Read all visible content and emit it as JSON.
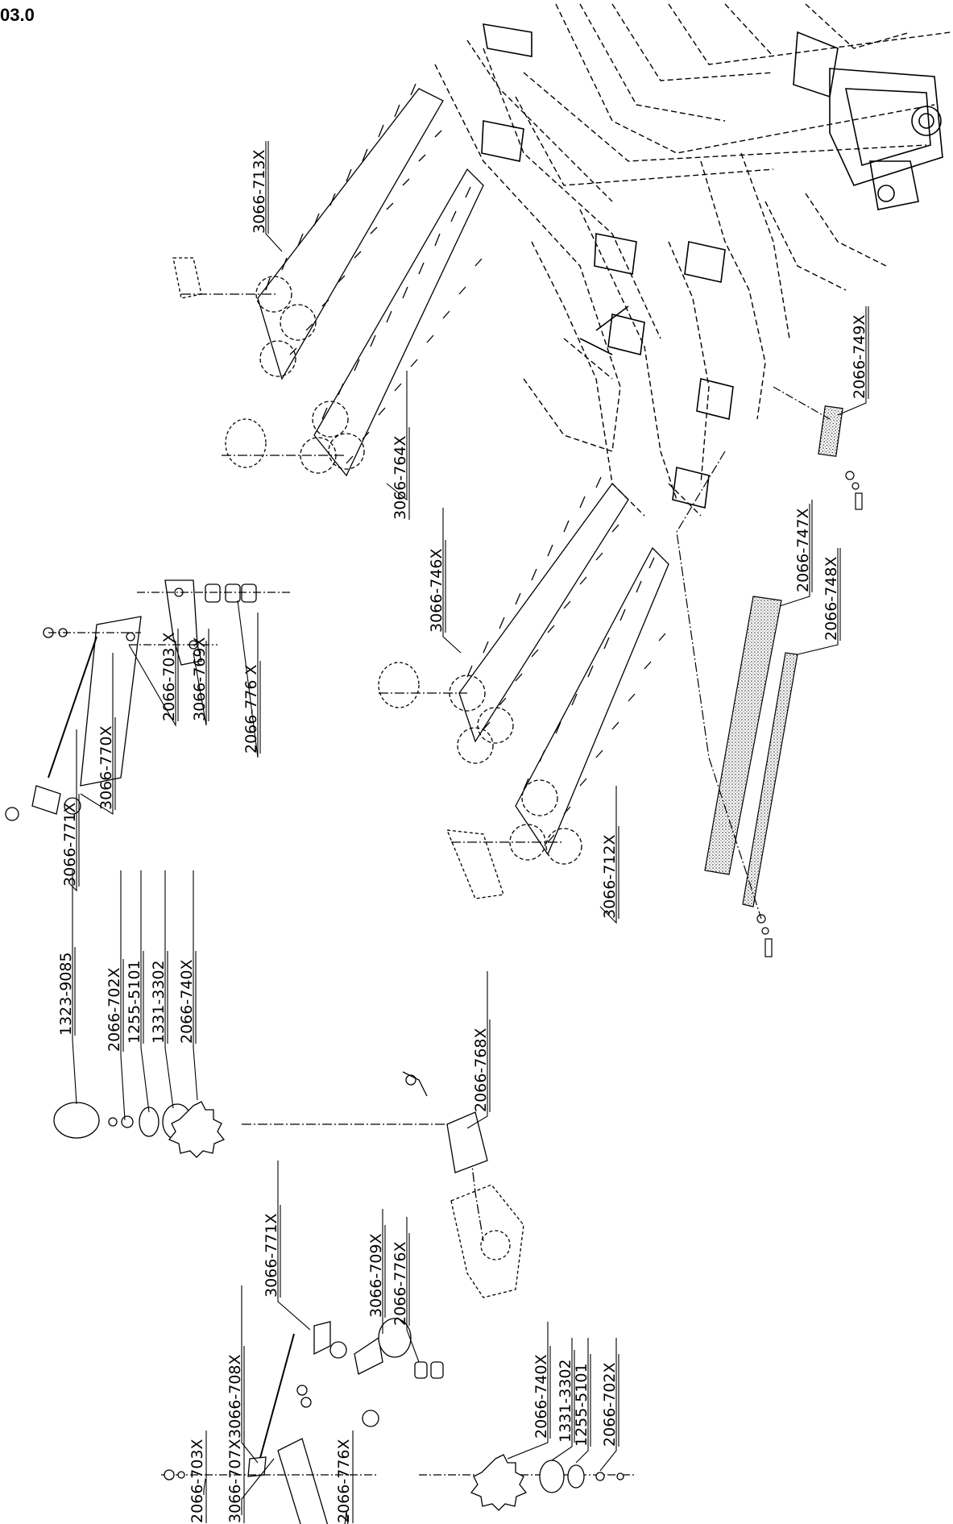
{
  "page_ref": "03.0",
  "labels": [
    {
      "id": "p3066_713",
      "text": "3066-713X"
    },
    {
      "id": "p3066_764",
      "text": "3066-764X"
    },
    {
      "id": "p2066_749",
      "text": "2066-749X"
    },
    {
      "id": "p2066_747",
      "text": "2066-747X"
    },
    {
      "id": "p2066_748",
      "text": "2066-748X"
    },
    {
      "id": "p3066_746",
      "text": "3066-746X"
    },
    {
      "id": "p3066_712",
      "text": "3066-712X"
    },
    {
      "id": "p3066_771a",
      "text": "3066-771X"
    },
    {
      "id": "p3066_770",
      "text": "3066-770X"
    },
    {
      "id": "p2066_703a",
      "text": "2066-703 X"
    },
    {
      "id": "p3066_769",
      "text": "3066-769X"
    },
    {
      "id": "p2066_776a",
      "text": "2066-776 X"
    },
    {
      "id": "p1323_9085",
      "text": "1323-9085"
    },
    {
      "id": "p2066_702a",
      "text": "2066-702X"
    },
    {
      "id": "p1255_5101a",
      "text": "1255-5101"
    },
    {
      "id": "p1331_3302a",
      "text": "1331-3302"
    },
    {
      "id": "p2066_740a",
      "text": "2066-740X"
    },
    {
      "id": "p2066_768",
      "text": "2066-768X"
    },
    {
      "id": "p3066_771b",
      "text": "3066-771X"
    },
    {
      "id": "p3066_709",
      "text": "3066-709X"
    },
    {
      "id": "p2066_776b",
      "text": "2066-776X"
    },
    {
      "id": "p3066_708",
      "text": "3066-708X"
    },
    {
      "id": "p2066_740b",
      "text": "2066-740X"
    },
    {
      "id": "p1331_3302b",
      "text": "1331-3302"
    },
    {
      "id": "p1255_5101b",
      "text": "1255-5101"
    },
    {
      "id": "p2066_702b",
      "text": "2066-702X"
    },
    {
      "id": "p2066_703b",
      "text": "2066-703X"
    },
    {
      "id": "p3066_707",
      "text": "3066-707X"
    },
    {
      "id": "p2066_776c",
      "text": "2066-776X"
    }
  ]
}
